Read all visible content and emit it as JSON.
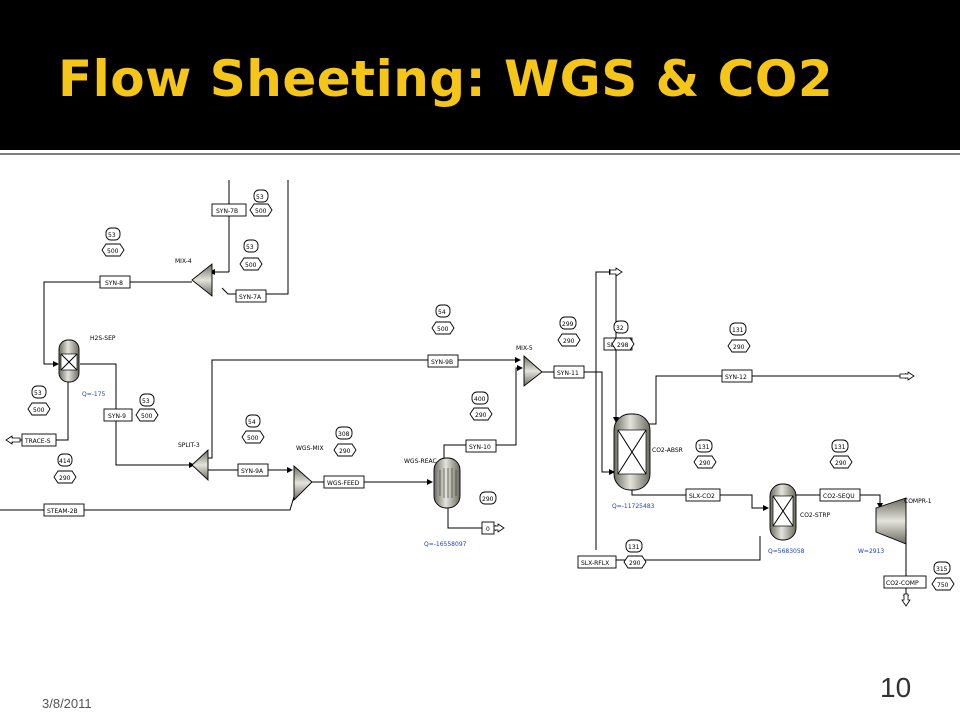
{
  "title": "Flow Sheeting:  WGS & CO2",
  "footer": {
    "date": "3/8/2011",
    "slide_number": "10"
  },
  "colors": {
    "title": "#f5c518",
    "title_bar": "#000000",
    "duty_text": "#1f3fbf"
  },
  "blocks": {
    "mix4": "MIX-4",
    "h2s_sep": "H2S-SEP",
    "split3": "SPLIT-3",
    "wgs_mix": "WGS-MIX",
    "wgs_reac": "WGS-REAC",
    "mix5": "MIX-5",
    "co2_absr": "CO2-ABSR",
    "co2_strp": "CO2-STRP",
    "compr1": "COMPR-1"
  },
  "duties": {
    "h2s_sep": "Q=-175",
    "wgs_reac": "Q=-16558097",
    "co2_absr": "Q=-11725483",
    "co2_strp": "Q=5683058",
    "compr1": "W=2913"
  },
  "streams": {
    "syn7b": {
      "name": "SYN-7B",
      "temp": "53",
      "pres": "500"
    },
    "syn7a": {
      "name": "SYN-7A",
      "temp": "53",
      "pres": "500"
    },
    "syn8": {
      "name": "SYN-8",
      "temp": "53",
      "pres": "500"
    },
    "traces": {
      "name": "TRACE-S",
      "temp": "53",
      "pres": "500"
    },
    "syn9": {
      "name": "SYN-9",
      "temp": "53",
      "pres": "500"
    },
    "syn9a": {
      "name": "SYN-9A",
      "temp": "54",
      "pres": "500"
    },
    "steam2b": {
      "name": "STEAM-2B",
      "temp": "414",
      "pres": "290"
    },
    "wgsfeed": {
      "name": "WGS-FEED",
      "temp": "308",
      "pres": "290"
    },
    "syn9b": {
      "name": "SYN-9B",
      "temp": "54",
      "pres": "500"
    },
    "syn10": {
      "name": "SYN-10",
      "temp": "400",
      "pres": "290"
    },
    "wgsreac_out": {
      "temp": "290",
      "pres": "0"
    },
    "syn11": {
      "name": "SYN-11",
      "temp": "299",
      "pres": "290"
    },
    "slxin": {
      "name": "SLX-IN",
      "temp": "32",
      "pres": "298"
    },
    "syn12": {
      "name": "SYN-12",
      "temp": "131",
      "pres": "290"
    },
    "slxco2": {
      "name": "SLX-CO2",
      "temp": "131",
      "pres": "290"
    },
    "co2sequ": {
      "name": "CO2-SEQU",
      "temp": "131",
      "pres": "290"
    },
    "slxrflx": {
      "name": "SLX-RFLX",
      "temp": "131",
      "pres": "290"
    },
    "co2comp": {
      "name": "CO2-COMP",
      "temp": "315",
      "pres": "750"
    }
  }
}
